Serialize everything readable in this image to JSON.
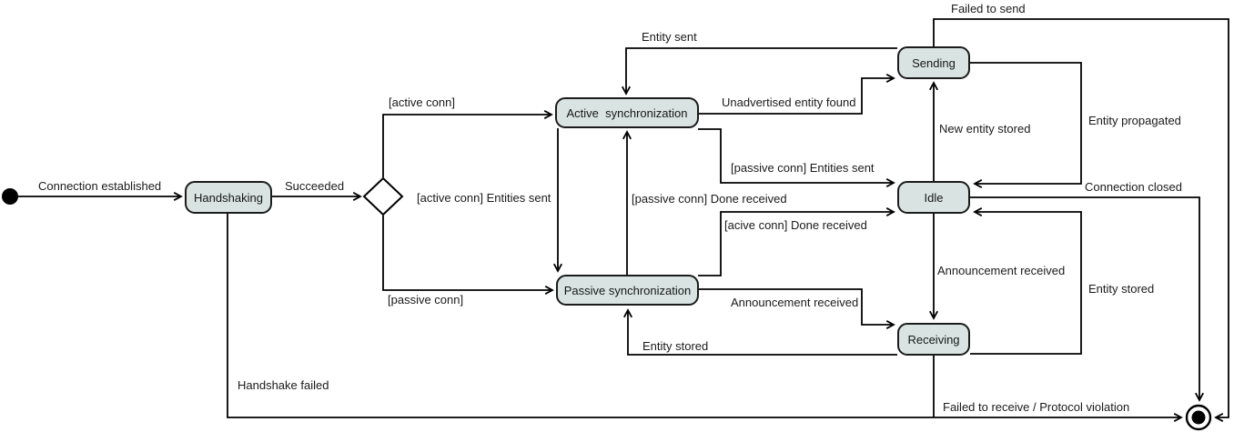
{
  "diagram": {
    "kind": "uml-state-machine",
    "description_visible_text_only": true
  },
  "colors": {
    "background": "#ffffff",
    "state_fill": "#d9e4e2",
    "state_border": "#1b1b1b",
    "line": "#000000",
    "text": "#1a1a1a"
  },
  "states": [
    {
      "id": "handshaking",
      "label": "Handshaking"
    },
    {
      "id": "active-synchronization",
      "label": "Active  synchronization"
    },
    {
      "id": "passive-synchronization",
      "label": "Passive synchronization"
    },
    {
      "id": "sending",
      "label": "Sending"
    },
    {
      "id": "idle",
      "label": "Idle"
    },
    {
      "id": "receiving",
      "label": "Receiving"
    }
  ],
  "pseudostates": [
    {
      "id": "initial",
      "type": "initial-state-dot"
    },
    {
      "id": "choice",
      "type": "choice-diamond"
    },
    {
      "id": "final",
      "type": "final-state-circle"
    }
  ],
  "transitions": [
    {
      "from": "initial",
      "to": "handshaking",
      "label": "Connection established"
    },
    {
      "from": "handshaking",
      "to": "choice",
      "label": "Succeeded"
    },
    {
      "from": "choice",
      "to": "active-synchronization",
      "label": "[active conn]"
    },
    {
      "from": "choice",
      "to": "passive-synchronization",
      "label": "[passive conn]"
    },
    {
      "from": "active-synchronization",
      "to": "passive-synchronization",
      "label": "[active conn] Entities sent"
    },
    {
      "from": "passive-synchronization",
      "to": "active-synchronization",
      "label": "[passive conn] Done received"
    },
    {
      "from": "sending",
      "to": "active-synchronization",
      "label": "Entity sent"
    },
    {
      "from": "active-synchronization",
      "to": "sending",
      "label": "Unadvertised entity found"
    },
    {
      "from": "active-synchronization",
      "to": "idle",
      "label": "[passive conn] Entities sent"
    },
    {
      "from": "passive-synchronization",
      "to": "idle",
      "label": "[acive conn] Done received"
    },
    {
      "from": "idle",
      "to": "sending",
      "label": "New entity stored"
    },
    {
      "from": "sending",
      "to": "idle",
      "label": "Entity propagated"
    },
    {
      "from": "idle",
      "to": "receiving",
      "label": "Announcement received"
    },
    {
      "from": "receiving",
      "to": "idle",
      "label": "Entity stored"
    },
    {
      "from": "passive-synchronization",
      "to": "receiving",
      "label": "Announcement received"
    },
    {
      "from": "receiving",
      "to": "passive-synchronization",
      "label": "Entity stored"
    },
    {
      "from": "sending",
      "to": "final",
      "label": "Failed to send"
    },
    {
      "from": "idle",
      "to": "final",
      "label": "Connection closed"
    },
    {
      "from": "receiving",
      "to": "final",
      "label": "Failed to receive / Protocol violation"
    },
    {
      "from": "handshaking",
      "to": "final",
      "label": "Handshake failed"
    }
  ]
}
